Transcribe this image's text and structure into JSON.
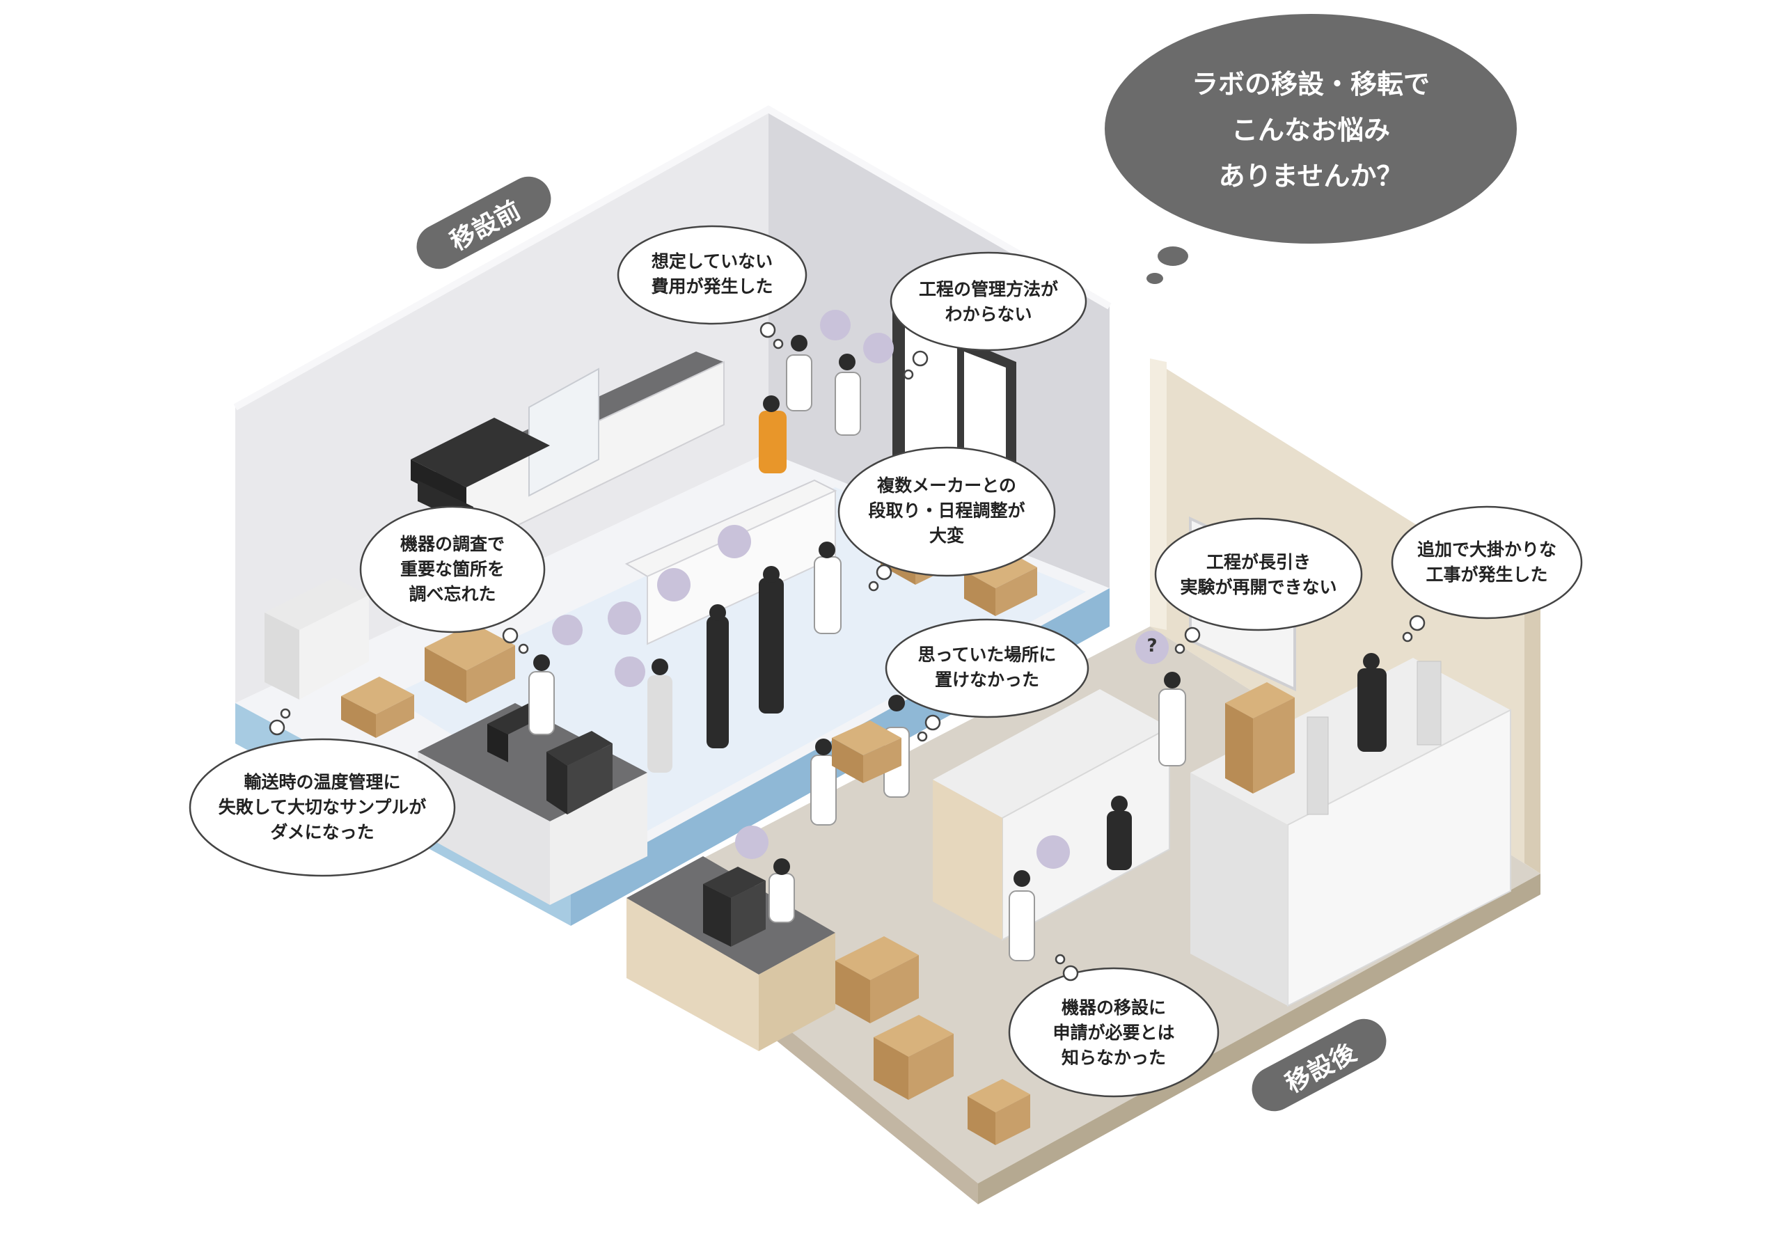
{
  "headline": "ラボの移設・移転で\nこんなお悩み\nありませんか？",
  "labels": {
    "before": "移設前",
    "after": "移設後"
  },
  "concerns": [
    {
      "id": "unexpected-cost",
      "text": "想定していない\n費用が発生した"
    },
    {
      "id": "process-management",
      "text": "工程の管理方法が\nわからない"
    },
    {
      "id": "vendor-coordination",
      "text": "複数メーカーとの\n段取り・日程調整が\n大変"
    },
    {
      "id": "forgot-survey",
      "text": "機器の調査で\n重要な箇所を\n調べ忘れた"
    },
    {
      "id": "cannot-place",
      "text": "思っていた場所に\n置けなかった"
    },
    {
      "id": "process-delay",
      "text": "工程が長引き\n実験が再開できない"
    },
    {
      "id": "extra-construction",
      "text": "追加で大掛かりな\n工事が発生した"
    },
    {
      "id": "sample-ruined",
      "text": "輸送時の温度管理に\n失敗して大切なサンプルが\nダメになった"
    },
    {
      "id": "permit-unknown",
      "text": "機器の移設に\n申請が必要とは\n知らなかった"
    }
  ],
  "icon_marks": [
    "?"
  ],
  "colors": {
    "headline_bubble": "#6b6b6b",
    "label_pill": "#6b6b6b",
    "wall_left": "#ececef",
    "wall_right": "#e9e0cf",
    "floor_before": "#f4f4f6",
    "floor_after": "#d9d2c6",
    "floor_band_blue": "#a9cce3",
    "box": "#c89f6a",
    "icon_bubble": "#c9c2da"
  }
}
